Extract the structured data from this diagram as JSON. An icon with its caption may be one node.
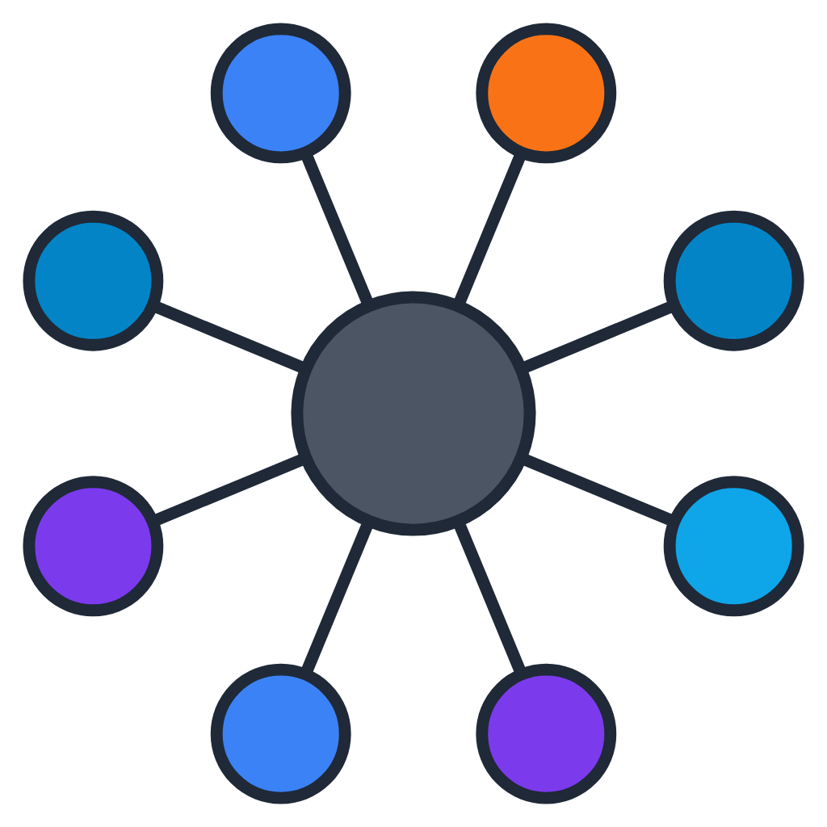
{
  "diagram": {
    "nodes": [
      {
        "text": [],
        "shape": "circle"
      },
      {
        "text": [],
        "shape": "circle"
      },
      {
        "text": [],
        "shape": "circle"
      },
      {
        "text": [],
        "shape": "circle"
      },
      {
        "text": [],
        "shape": "circle"
      },
      {
        "text": [],
        "shape": "circle"
      },
      {
        "text": [],
        "shape": "circle"
      },
      {
        "text": [],
        "shape": "circle"
      },
      {
        "text": [],
        "shape": "circle"
      }
    ],
    "edges": [
      {
        "from": 4,
        "to": 0,
        "arrow": "none"
      },
      {
        "from": 4,
        "to": 1,
        "arrow": "none"
      },
      {
        "from": 4,
        "to": 2,
        "arrow": "none"
      },
      {
        "from": 4,
        "to": 3,
        "arrow": "none"
      },
      {
        "from": 4,
        "to": 5,
        "arrow": "none"
      },
      {
        "from": 4,
        "to": 6,
        "arrow": "none"
      },
      {
        "from": 4,
        "to": 7,
        "arrow": "none"
      },
      {
        "from": 4,
        "to": 8,
        "arrow": "none"
      }
    ]
  }
}
